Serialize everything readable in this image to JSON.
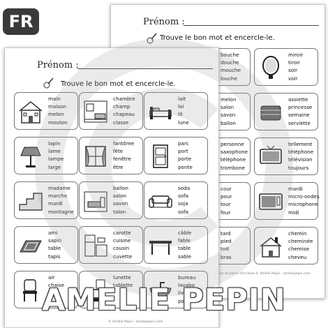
{
  "badge": "FR",
  "brand": "AMELIE PEPIN",
  "back_sheet": {
    "prenom": "Prénom :",
    "instruction": "Trouve le bon mot et encercle-le.",
    "footer": "tration et police d'écriture © Amélie Pepin - ameliepepin.com",
    "cards": [
      {
        "icon": "mouth-icon",
        "words": [
          "bouche",
          "douche",
          "mouche",
          "louche"
        ]
      },
      {
        "icon": "mirror-icon",
        "words": [
          "miroir",
          "tiroir",
          "soir",
          "voir"
        ]
      },
      {
        "icon": "melon-icon",
        "words": [
          "melon",
          "salon",
          "savon",
          "ballon"
        ]
      },
      {
        "icon": "towel-icon",
        "words": [
          "assiette",
          "princesse",
          "semaine",
          "serviette"
        ]
      },
      {
        "icon": "person-icon",
        "words": [
          "personne",
          "saxophone",
          "téléphone",
          "trombone"
        ]
      },
      {
        "icon": "television-icon",
        "words": [
          "tellement",
          "téléphone",
          "télévision",
          "toujours"
        ]
      },
      {
        "icon": "court-icon",
        "words": [
          "cour",
          "pour",
          "tour",
          "four"
        ]
      },
      {
        "icon": "microwave-icon",
        "words": [
          "mardi",
          "micro-ondes",
          "microphone",
          "midi"
        ]
      },
      {
        "icon": "card-icon",
        "words": [
          "tard",
          "pied",
          "toit",
          "bras"
        ]
      },
      {
        "icon": "house-chimney-icon",
        "words": [
          "chemin",
          "cheminée",
          "chemise",
          "cheveu"
        ]
      }
    ]
  },
  "front_sheet": {
    "prenom": "Prénom :",
    "instruction": "Trouve le bon mot et encercle-le.",
    "footer": "© Amélie Pepin - ameliepepin.com",
    "cards": [
      {
        "icon": "house-icon",
        "words": [
          "main",
          "maison",
          "melon",
          "mouton"
        ]
      },
      {
        "icon": "bedroom-icon",
        "words": [
          "chambre",
          "champ",
          "chapeau",
          "classe"
        ]
      },
      {
        "icon": "bed-icon",
        "words": [
          "lait",
          "loi",
          "lit",
          "lune"
        ]
      },
      {
        "icon": "lamp-icon",
        "words": [
          "lapin",
          "lame",
          "lampe",
          "large"
        ]
      },
      {
        "icon": "window-icon",
        "words": [
          "fantôme",
          "fête",
          "fenêtre",
          "être"
        ]
      },
      {
        "icon": "door-icon",
        "words": [
          "parc",
          "port",
          "porte",
          "ponte"
        ]
      },
      {
        "icon": "steps-icon",
        "words": [
          "madame",
          "marche",
          "mardi",
          "montagne"
        ]
      },
      {
        "icon": "living-room-icon",
        "words": [
          "ballon",
          "salon",
          "savon",
          "talon"
        ]
      },
      {
        "icon": "sofa-icon",
        "words": [
          "soda",
          "sofa",
          "soja",
          "sofa"
        ]
      },
      {
        "icon": "rug-icon",
        "words": [
          "ami",
          "sapin",
          "table",
          "tapis"
        ]
      },
      {
        "icon": "kitchen-icon",
        "words": [
          "carotte",
          "cuisine",
          "cousin",
          "cuvette"
        ]
      },
      {
        "icon": "table-icon",
        "words": [
          "câble",
          "fable",
          "table",
          "sable"
        ]
      },
      {
        "icon": "chair-icon",
        "words": [
          "air",
          "chaise",
          "",
          ""
        ]
      },
      {
        "icon": "toilet-icon",
        "words": [
          "lunette",
          "tablette",
          "",
          ""
        ]
      },
      {
        "icon": "sink-icon",
        "words": [
          "bureau",
          "lavabo",
          "livre",
          "poupée"
        ]
      }
    ]
  }
}
